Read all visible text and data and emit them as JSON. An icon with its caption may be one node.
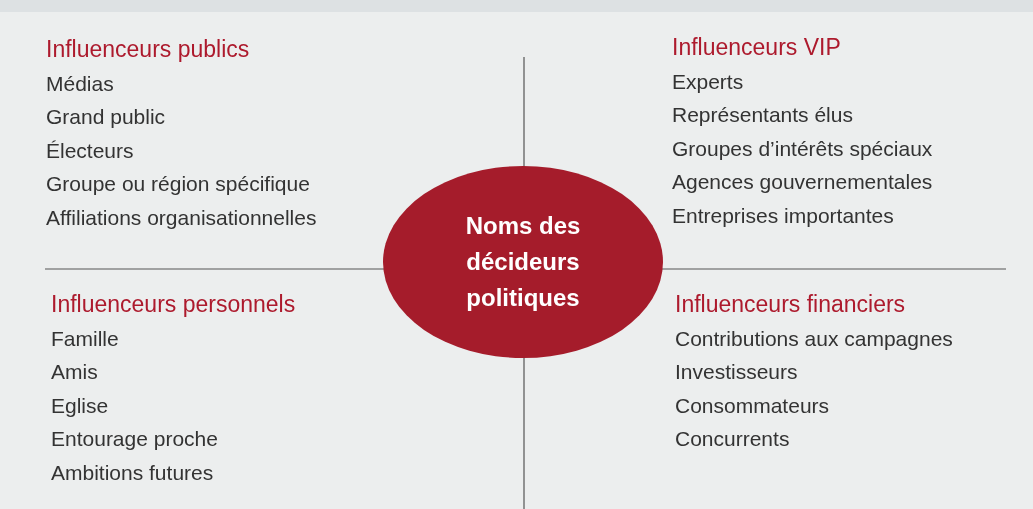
{
  "diagram": {
    "nodes": [
      {
        "text": [
          "Noms des décideurs politiques"
        ]
      }
    ],
    "edges": [],
    "labels": [
      "Influenceurs publics",
      "Médias",
      "Grand public",
      "Électeurs",
      "Groupe ou région spécifique",
      "Affiliations organisationnelles",
      "Influenceurs VIP",
      "Experts",
      "Représentants élus",
      "Groupes d’intérêts spéciaux",
      "Agences gouvernementales",
      "Entreprises importantes",
      "Influenceurs personnels",
      "Famille",
      "Amis",
      "Eglise",
      "Entourage proche",
      "Ambitions futures",
      "Influenceurs financiers",
      "Contributions aux campagnes",
      "Investisseurs",
      "Consommateurs",
      "Concurrents"
    ]
  }
}
